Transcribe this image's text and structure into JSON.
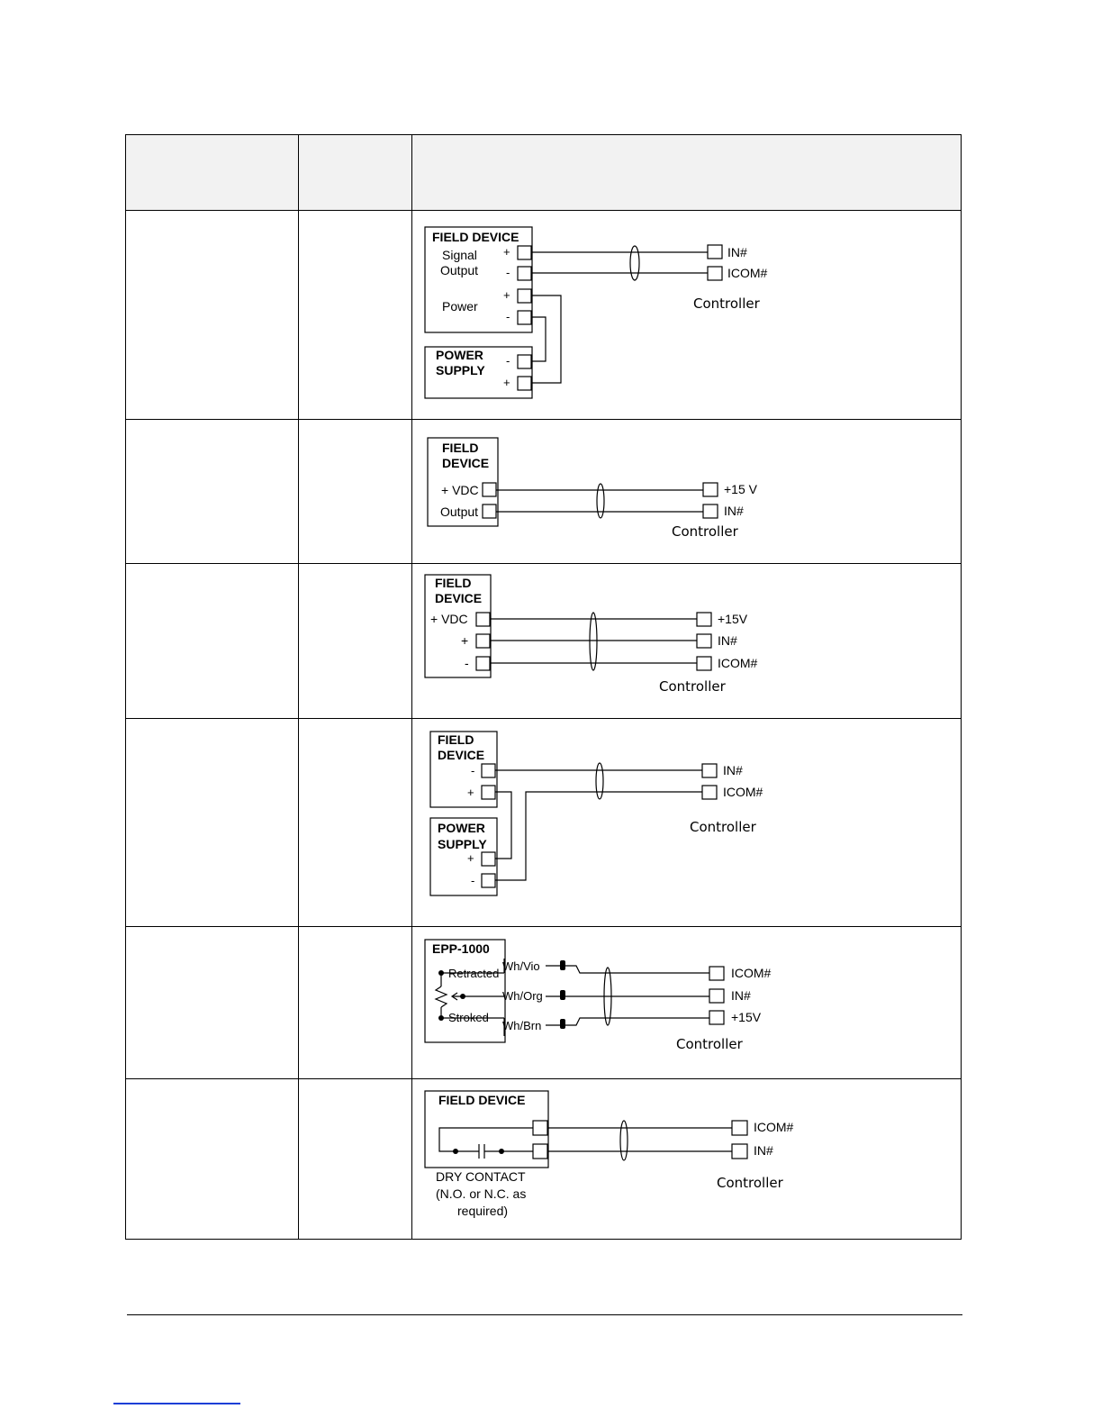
{
  "table": {
    "rows": [
      {
        "id": "two-wire-powered",
        "device": "FIELD DEVICE",
        "device_labels": [
          "Signal",
          "Output",
          "Power"
        ],
        "supply": [
          "POWER",
          "SUPPLY"
        ],
        "signs": [
          "+",
          "-",
          "+",
          "-",
          "-",
          "+"
        ],
        "terminals": [
          "IN#",
          "ICOM#"
        ],
        "controller": "Controller"
      },
      {
        "id": "vdc-output",
        "device": [
          "FIELD",
          "DEVICE"
        ],
        "device_labels": [
          "+ VDC",
          "Output"
        ],
        "terminals": [
          "+15 V",
          "IN#"
        ],
        "controller": "Controller"
      },
      {
        "id": "vdc-three-wire",
        "device": [
          "FIELD",
          "DEVICE"
        ],
        "device_labels": [
          "+ VDC",
          "+",
          "-"
        ],
        "terminals": [
          "+15V",
          "IN#",
          "ICOM#"
        ],
        "controller": "Controller"
      },
      {
        "id": "loop-powered",
        "device": [
          "FIELD",
          "DEVICE"
        ],
        "supply": [
          "POWER",
          "SUPPLY"
        ],
        "signs": [
          "-",
          "+",
          "+",
          "-"
        ],
        "terminals": [
          "IN#",
          "ICOM#"
        ],
        "controller": "Controller"
      },
      {
        "id": "epp-1000",
        "device": "EPP-1000",
        "device_labels": [
          "Retracted",
          "Stroked"
        ],
        "wires": [
          "Wh/Vio",
          "Wh/Org",
          "Wh/Brn"
        ],
        "terminals": [
          "ICOM#",
          "IN#",
          "+15V"
        ],
        "controller": "Controller"
      },
      {
        "id": "dry-contact",
        "device": "FIELD DEVICE",
        "caption": [
          "DRY CONTACT",
          "(N.O. or N.C. as",
          "required)"
        ],
        "terminals": [
          "ICOM#",
          "IN#"
        ],
        "controller": "Controller"
      }
    ]
  },
  "colors": {
    "line": "#000000",
    "header_bg": "#f2f2f2",
    "link": "#1a3fd6"
  }
}
